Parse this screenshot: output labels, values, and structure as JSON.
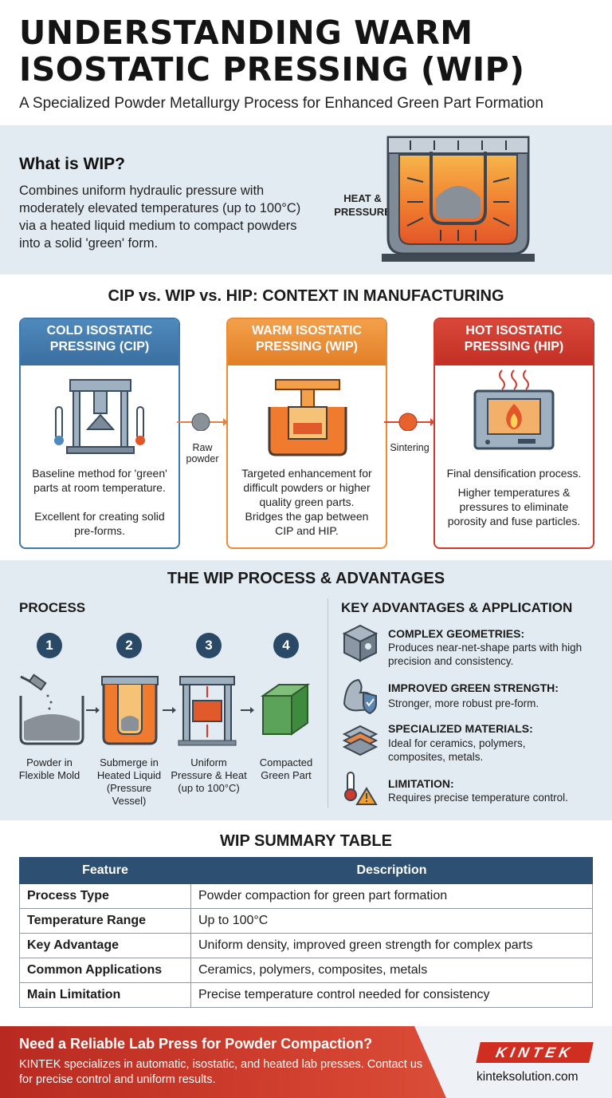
{
  "header": {
    "title": "UNDERSTANDING WARM ISOSTATIC PRESSING (WIP)",
    "subtitle": "A Specialized Powder Metallurgy Process for Enhanced Green Part Formation"
  },
  "what": {
    "heading": "What is WIP?",
    "text": "Combines uniform hydraulic pressure with moderately elevated temperatures (up to 100°C) via a heated liquid medium to compact powders into a solid 'green' form.",
    "diagram_label": "HEAT & PRESSURE"
  },
  "context": {
    "heading": "CIP vs. WIP vs. HIP: CONTEXT IN MANUFACTURING",
    "cards": [
      {
        "title": "COLD ISOSTATIC PRESSING (CIP)",
        "p1": "Baseline method for 'green' parts at room temperature.",
        "p2": "Excellent for creating solid pre-forms."
      },
      {
        "title": "WARM ISOSTATIC PRESSING (WIP)",
        "p1": "Targeted enhancement for difficult powders or higher quality green parts.",
        "p2": "Bridges the gap between CIP and HIP."
      },
      {
        "title": "HOT ISOSTATIC PRESSING (HIP)",
        "p1": "Final densification process.",
        "p2": "Higher temperatures & pressures to eliminate porosity and fuse particles."
      }
    ],
    "connector1": "Raw powder",
    "connector2": "Sintering"
  },
  "process": {
    "heading": "THE WIP PROCESS & ADVANTAGES",
    "sub": "PROCESS",
    "steps": [
      {
        "num": "1",
        "caption": "Powder in Flexible Mold"
      },
      {
        "num": "2",
        "caption": "Submerge in Heated Liquid (Pressure Vessel)"
      },
      {
        "num": "3",
        "caption": "Uniform Pressure & Heat (up to 100°C)"
      },
      {
        "num": "4",
        "caption": "Compacted Green Part"
      }
    ]
  },
  "advantages": {
    "sub": "KEY ADVANTAGES & APPLICATION",
    "items": [
      {
        "title": "COMPLEX GEOMETRIES:",
        "desc": "Produces near-net-shape parts with high precision and consistency.",
        "icon": "geometry-icon"
      },
      {
        "title": "IMPROVED GREEN STRENGTH:",
        "desc": "Stronger, more robust pre-form.",
        "icon": "strength-icon"
      },
      {
        "title": "SPECIALIZED MATERIALS:",
        "desc": "Ideal for ceramics, polymers, composites, metals.",
        "icon": "layers-icon"
      },
      {
        "title": "LIMITATION:",
        "desc": "Requires precise temperature control.",
        "icon": "thermometer-warning-icon"
      }
    ]
  },
  "table": {
    "heading": "WIP SUMMARY TABLE",
    "columns": [
      "Feature",
      "Description"
    ],
    "rows": [
      [
        "Process Type",
        "Powder compaction for green part formation"
      ],
      [
        "Temperature Range",
        "Up to 100°C"
      ],
      [
        "Key Advantage",
        "Uniform density, improved green strength for complex parts"
      ],
      [
        "Common Applications",
        "Ceramics, polymers, composites, metals"
      ],
      [
        "Main Limitation",
        "Precise temperature control needed for consistency"
      ]
    ]
  },
  "footer": {
    "heading": "Need a Reliable Lab Press for Powder Compaction?",
    "text": "KINTEK specializes in automatic, isostatic, and heated lab presses. Contact us for precise control and uniform results.",
    "logo": "KINTEK",
    "site": "kinteksolution.com"
  },
  "colors": {
    "cip": "#3f78ad",
    "wip": "#ee8a32",
    "hip": "#cf3a2c",
    "table_header": "#2c4f72",
    "footer": "#c8362a"
  }
}
